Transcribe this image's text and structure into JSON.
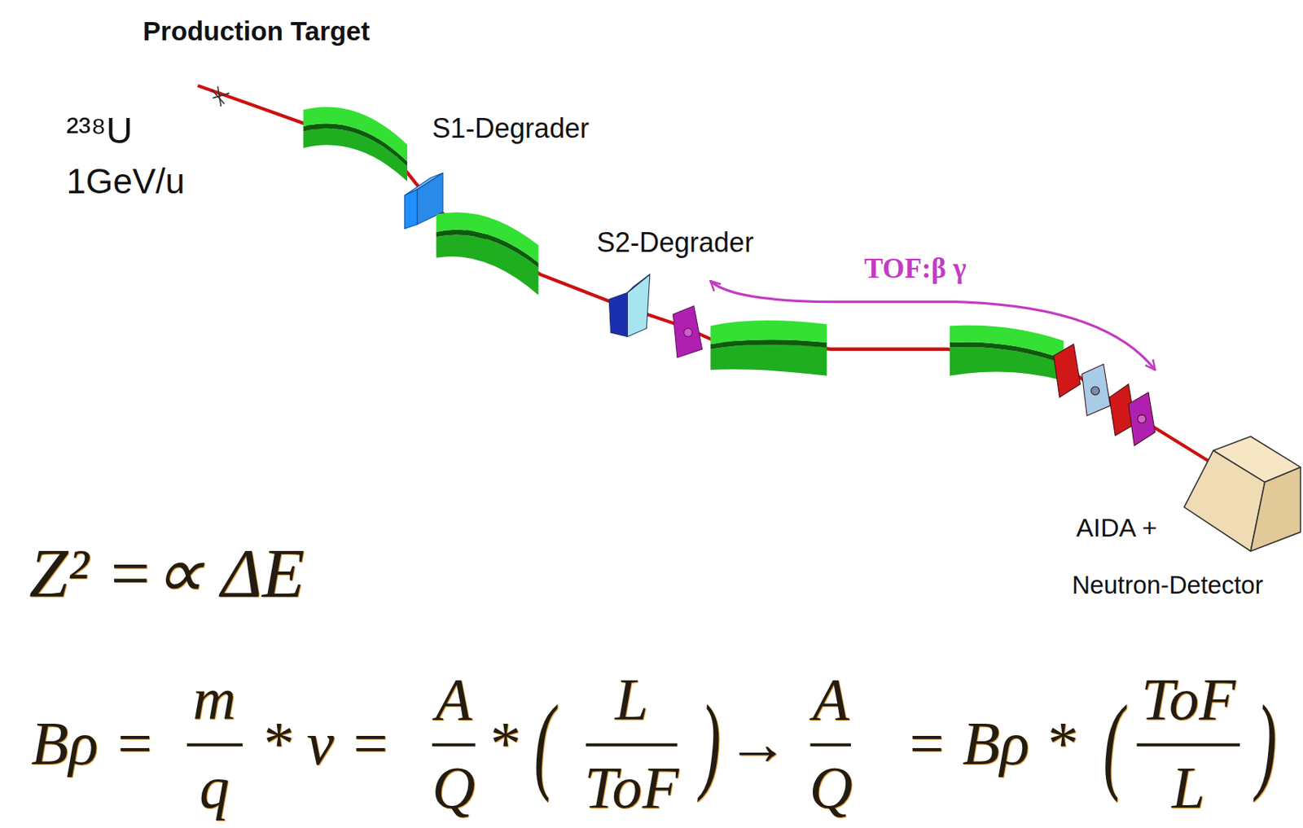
{
  "diagram": {
    "labels": [
      "Production Target",
      "²³⁸U",
      "1GeV/u",
      "S1-Degrader",
      "S2-Degrader",
      "TOF:β γ",
      "AIDA +",
      "Neutron-Detector",
      "Z² =∝ ΔE",
      "Bρ =",
      "m",
      "q",
      "* v =",
      "A",
      "Q",
      "*",
      "(",
      "L",
      "ToF",
      ")",
      "→",
      "A",
      "Q",
      "= Bρ *",
      "(",
      "ToF",
      "L",
      ")"
    ]
  }
}
